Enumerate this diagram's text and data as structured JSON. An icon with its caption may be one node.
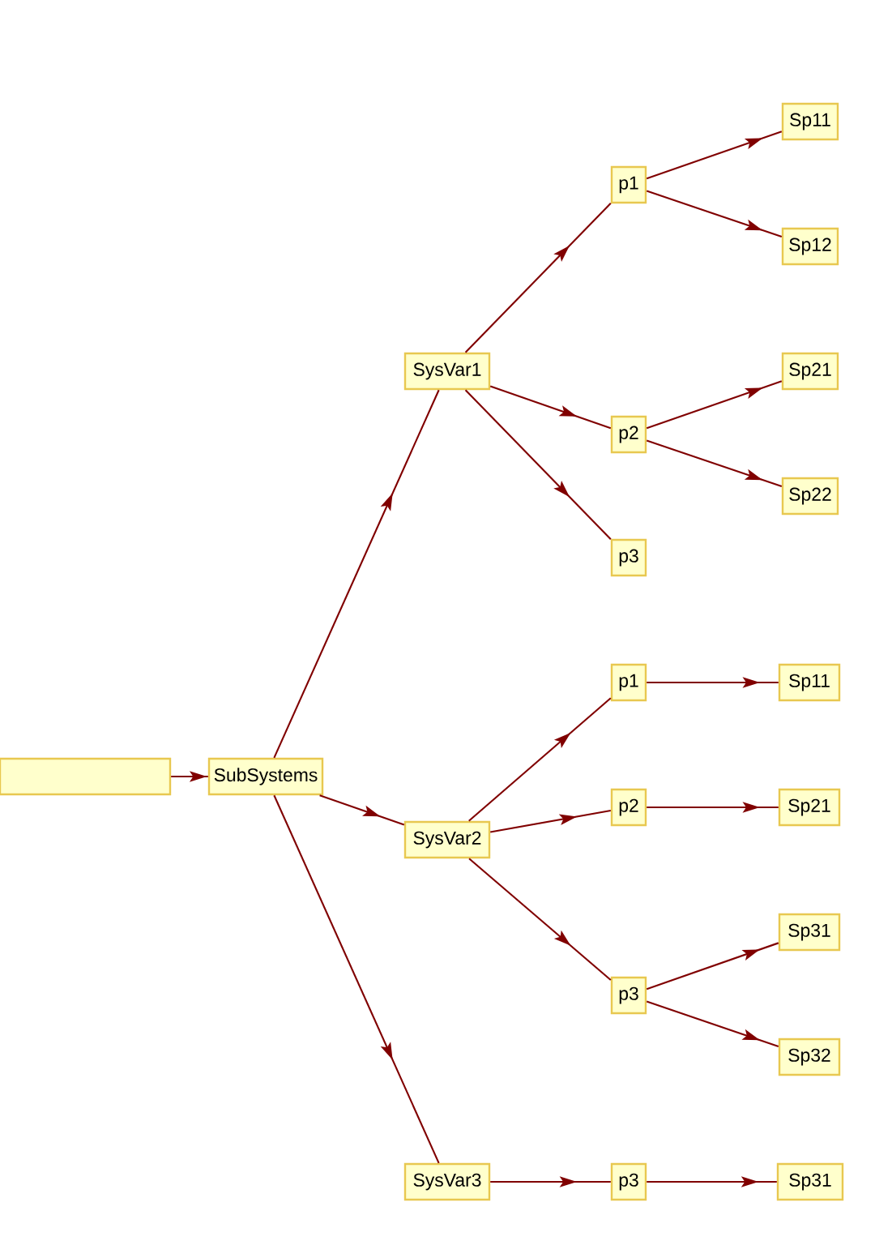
{
  "diagram": {
    "nodes": [
      {
        "text": [],
        "shape": "box"
      },
      {
        "text": [
          "SubSystems"
        ]
      },
      {
        "text": [
          "SysVar1"
        ]
      },
      {
        "text": [
          "p1"
        ]
      },
      {
        "text": [
          "Sp11"
        ]
      },
      {
        "text": [
          "Sp12"
        ]
      },
      {
        "text": [
          "p2"
        ]
      },
      {
        "text": [
          "Sp21"
        ]
      },
      {
        "text": [
          "Sp22"
        ]
      },
      {
        "text": [
          "p3"
        ]
      },
      {
        "text": [
          "SysVar2"
        ]
      },
      {
        "text": [
          "p1"
        ]
      },
      {
        "text": [
          "Sp11"
        ]
      },
      {
        "text": [
          "p2"
        ]
      },
      {
        "text": [
          "Sp21"
        ]
      },
      {
        "text": [
          "p3"
        ]
      },
      {
        "text": [
          "Sp31"
        ]
      },
      {
        "text": [
          "Sp32"
        ]
      },
      {
        "text": [
          "SysVar3"
        ]
      },
      {
        "text": [
          "p3"
        ]
      },
      {
        "text": [
          "Sp31"
        ]
      }
    ],
    "edges": [
      {
        "from": 0,
        "to": 1,
        "arrow": "to"
      },
      {
        "from": 1,
        "to": 2,
        "arrow": "to"
      },
      {
        "from": 1,
        "to": 10,
        "arrow": "to"
      },
      {
        "from": 1,
        "to": 18,
        "arrow": "to"
      },
      {
        "from": 2,
        "to": 3,
        "arrow": "to"
      },
      {
        "from": 2,
        "to": 6,
        "arrow": "to"
      },
      {
        "from": 2,
        "to": 9,
        "arrow": "to"
      },
      {
        "from": 3,
        "to": 4,
        "arrow": "to"
      },
      {
        "from": 3,
        "to": 5,
        "arrow": "to"
      },
      {
        "from": 6,
        "to": 7,
        "arrow": "to"
      },
      {
        "from": 6,
        "to": 8,
        "arrow": "to"
      },
      {
        "from": 10,
        "to": 11,
        "arrow": "to"
      },
      {
        "from": 10,
        "to": 13,
        "arrow": "to"
      },
      {
        "from": 10,
        "to": 15,
        "arrow": "to"
      },
      {
        "from": 11,
        "to": 12,
        "arrow": "to"
      },
      {
        "from": 13,
        "to": 14,
        "arrow": "to"
      },
      {
        "from": 15,
        "to": 16,
        "arrow": "to"
      },
      {
        "from": 15,
        "to": 17,
        "arrow": "to"
      },
      {
        "from": 18,
        "to": 19,
        "arrow": "to"
      },
      {
        "from": 19,
        "to": 20,
        "arrow": "to"
      }
    ]
  }
}
